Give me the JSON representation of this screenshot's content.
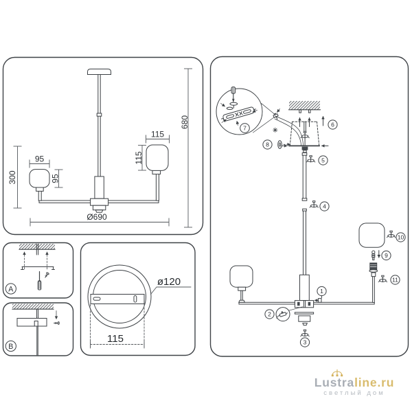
{
  "front_view": {
    "dim_total_height": "680",
    "dim_arm_drop": "300",
    "dim_span_diameter": "Ø690",
    "dim_small_shade_width": "95",
    "dim_small_shade_height": "95",
    "dim_large_shade_width": "115",
    "dim_large_shade_height": "115"
  },
  "mounting": {
    "step_a_label": "A",
    "step_b_label": "B"
  },
  "canopy_view": {
    "dim_diameter": "ø120",
    "dim_bracket_width": "115"
  },
  "exploded": {
    "parts": [
      "1",
      "2",
      "3",
      "4",
      "5",
      "6",
      "7",
      "8",
      "9",
      "10",
      "11"
    ]
  },
  "logo": {
    "brand_primary": "Lustra",
    "brand_secondary": "line.ru",
    "tagline": "светлый дом",
    "colors": {
      "primary_text": "#a9aeb5",
      "accent_gold": "#d9bc6e",
      "tagline_text": "#b6bbc1",
      "drawing_lines": "#3c4044"
    }
  }
}
